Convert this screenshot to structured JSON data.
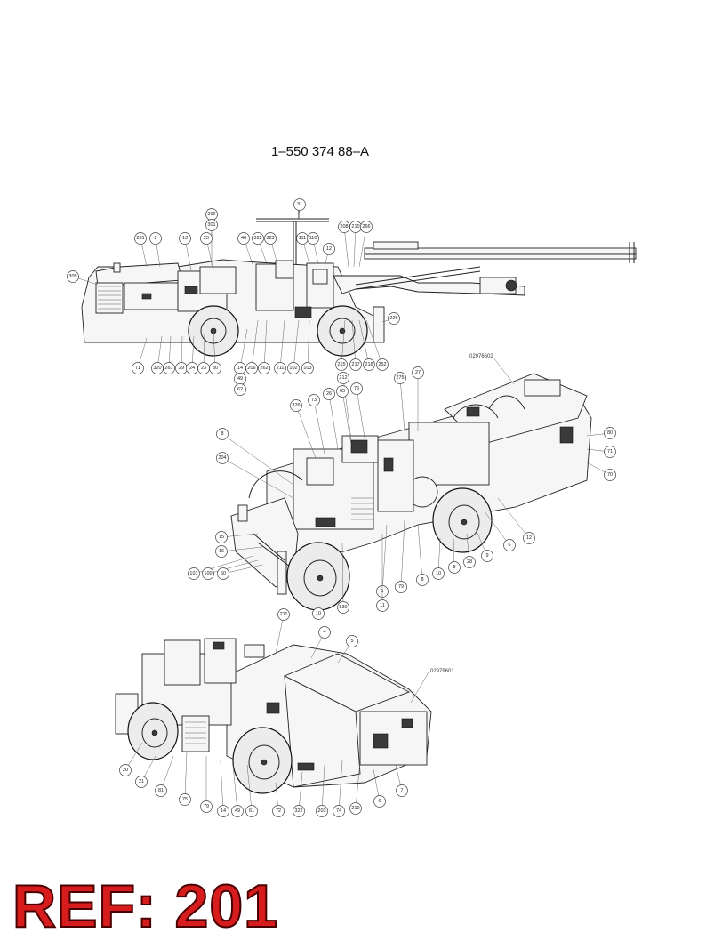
{
  "title": "1–550 374 88–A",
  "ref_label": "REF: 201",
  "drawing_numbers": [
    "02976602",
    "02979601"
  ],
  "views": {
    "side_view": {
      "callouts": [
        {
          "label": "31"
        },
        {
          "label": "302"
        },
        {
          "label": "301"
        },
        {
          "label": "208"
        },
        {
          "label": "210"
        },
        {
          "label": "266"
        },
        {
          "label": "281"
        },
        {
          "label": "2"
        },
        {
          "label": "13"
        },
        {
          "label": "25"
        },
        {
          "label": "46"
        },
        {
          "label": "322"
        },
        {
          "label": "323"
        },
        {
          "label": "111"
        },
        {
          "label": "110"
        },
        {
          "label": "12"
        },
        {
          "label": "305"
        },
        {
          "label": "226"
        },
        {
          "label": "71"
        },
        {
          "label": "320"
        },
        {
          "label": "261"
        },
        {
          "label": "29"
        },
        {
          "label": "24"
        },
        {
          "label": "23"
        },
        {
          "label": "30"
        },
        {
          "label": "14"
        },
        {
          "label": "206"
        },
        {
          "label": "262"
        },
        {
          "label": "211"
        },
        {
          "label": "102"
        },
        {
          "label": "103"
        },
        {
          "label": "49"
        },
        {
          "label": "62"
        },
        {
          "label": "215"
        },
        {
          "label": "217"
        },
        {
          "label": "218"
        },
        {
          "label": "252"
        }
      ]
    },
    "rear_iso_view": {
      "callouts": [
        {
          "label": "212"
        },
        {
          "label": "275"
        },
        {
          "label": "27"
        },
        {
          "label": "76"
        },
        {
          "label": "65"
        },
        {
          "label": "26"
        },
        {
          "label": "73"
        },
        {
          "label": "326"
        },
        {
          "label": "8"
        },
        {
          "label": "204"
        },
        {
          "label": "80"
        },
        {
          "label": "71"
        },
        {
          "label": "70"
        },
        {
          "label": "15"
        },
        {
          "label": "16"
        },
        {
          "label": "101"
        },
        {
          "label": "100"
        },
        {
          "label": "50"
        },
        {
          "label": "12"
        },
        {
          "label": "6"
        },
        {
          "label": "9"
        },
        {
          "label": "28"
        },
        {
          "label": "8"
        },
        {
          "label": "10"
        },
        {
          "label": "8"
        },
        {
          "label": "79"
        },
        {
          "label": "1"
        },
        {
          "label": "11"
        },
        {
          "label": "830"
        },
        {
          "label": "10"
        }
      ]
    },
    "front_iso_view": {
      "callouts": [
        {
          "label": "211"
        },
        {
          "label": "4"
        },
        {
          "label": "5"
        },
        {
          "label": "20"
        },
        {
          "label": "21"
        },
        {
          "label": "81"
        },
        {
          "label": "75"
        },
        {
          "label": "79"
        },
        {
          "label": "14"
        },
        {
          "label": "49"
        },
        {
          "label": "61"
        },
        {
          "label": "72"
        },
        {
          "label": "322"
        },
        {
          "label": "203"
        },
        {
          "label": "74"
        },
        {
          "label": "210"
        },
        {
          "label": "6"
        },
        {
          "label": "7"
        }
      ]
    }
  }
}
